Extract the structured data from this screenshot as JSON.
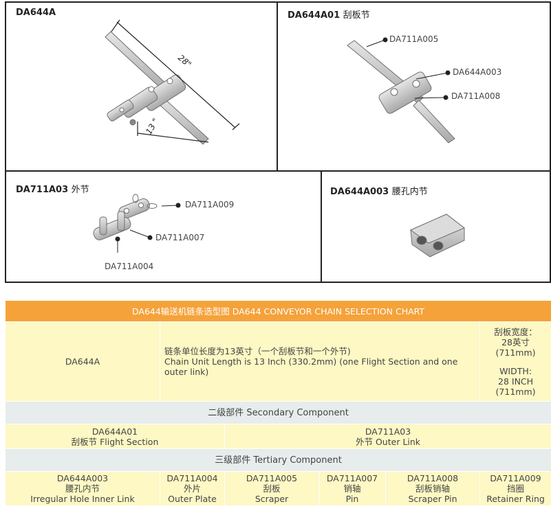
{
  "panels": {
    "top_left": {
      "code": "DA644A",
      "name": ""
    },
    "top_right": {
      "code": "DA644A01",
      "name": "刮板节"
    },
    "bottom_left": {
      "code": "DA711A03",
      "name": "外节"
    },
    "bottom_right": {
      "code": "DA644A003",
      "name": "腰孔内节"
    }
  },
  "dimensions": {
    "length": "28\"",
    "pitch": "13 \""
  },
  "callouts": {
    "flight_section": [
      "DA711A005",
      "DA644A003",
      "DA711A008"
    ],
    "outer_link": [
      "DA711A009",
      "DA711A007",
      "DA711A004"
    ]
  },
  "table": {
    "header": "DA644输送机链条选型图  DA644 CONVEYOR CHAIN SELECTION CHART",
    "model": "DA644A",
    "desc_cn": "链条单位长度为13英寸（一个刮板节和一个外节)",
    "desc_en": "Chain Unit Length is 13 Inch (330.2mm) (one Flight Section and one outer link)",
    "width_cn": [
      "刮板宽度：",
      "28英寸",
      "(711mm)"
    ],
    "width_en": [
      "WIDTH:",
      "28 INCH",
      "(711mm)"
    ],
    "secondary_title": "二级部件 Secondary Component",
    "secondary": [
      {
        "code": "DA644A01",
        "name": "刮板节 Flight Section"
      },
      {
        "code": "DA711A03",
        "name": "外节 Outer Link"
      }
    ],
    "tertiary_title": "三级部件 Tertiary Component",
    "tertiary": [
      {
        "code": "DA644A003",
        "cn": "腰孔内节",
        "en": "Irregular Hole Inner Link"
      },
      {
        "code": "DA711A004",
        "cn": "外片",
        "en": "Outer Plate"
      },
      {
        "code": "DA711A005",
        "cn": "刮板",
        "en": "Scraper"
      },
      {
        "code": "DA711A007",
        "cn": "销轴",
        "en": "Pin"
      },
      {
        "code": "DA711A008",
        "cn": "刮板销轴",
        "en": "Scraper Pin"
      },
      {
        "code": "DA711A009",
        "cn": "挡圈",
        "en": "Retainer Ring"
      }
    ]
  }
}
